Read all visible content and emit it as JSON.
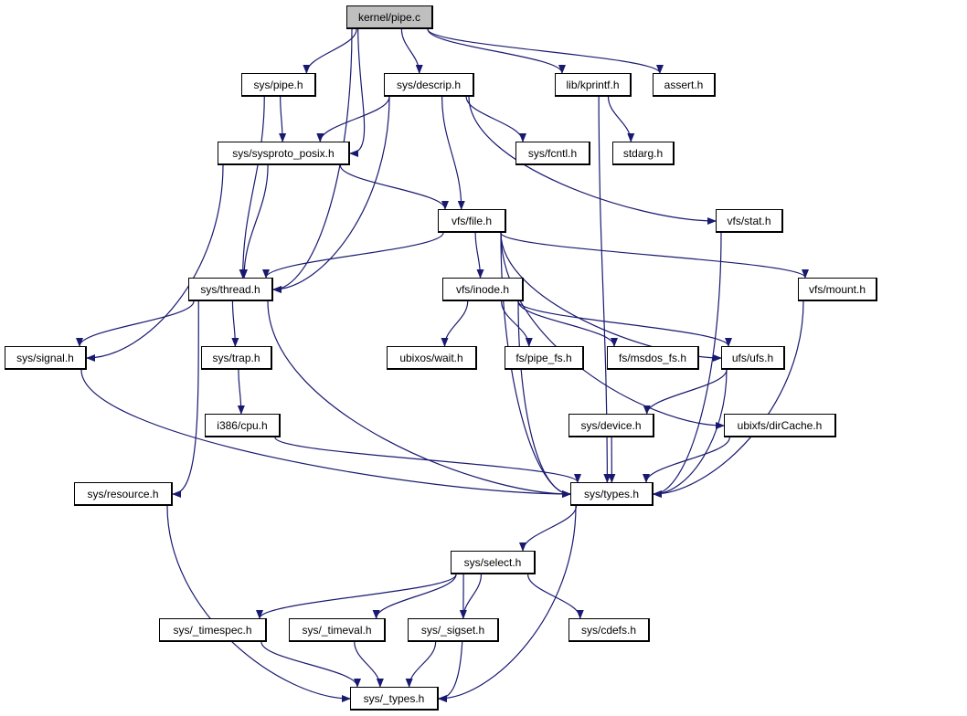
{
  "colors": {
    "edge": "#191970",
    "root_fill": "#bfbfbf",
    "node_fill": "#ffffff"
  },
  "root": "kernel/pipe.c",
  "nodes": [
    "kernel/pipe.c",
    "sys/pipe.h",
    "sys/descrip.h",
    "lib/kprintf.h",
    "assert.h",
    "sys/sysproto_posix.h",
    "sys/fcntl.h",
    "stdarg.h",
    "vfs/file.h",
    "vfs/stat.h",
    "sys/thread.h",
    "vfs/inode.h",
    "vfs/mount.h",
    "sys/signal.h",
    "sys/trap.h",
    "ubixos/wait.h",
    "fs/pipe_fs.h",
    "fs/msdos_fs.h",
    "ufs/ufs.h",
    "i386/cpu.h",
    "sys/device.h",
    "ubixfs/dirCache.h",
    "sys/resource.h",
    "sys/types.h",
    "sys/select.h",
    "sys/_timespec.h",
    "sys/_timeval.h",
    "sys/_sigset.h",
    "sys/cdefs.h",
    "sys/_types.h"
  ],
  "edges": [
    [
      "kernel/pipe.c",
      "sys/thread.h"
    ],
    [
      "kernel/pipe.c",
      "sys/pipe.h"
    ],
    [
      "kernel/pipe.c",
      "sys/sysproto_posix.h"
    ],
    [
      "kernel/pipe.c",
      "sys/descrip.h"
    ],
    [
      "kernel/pipe.c",
      "lib/kprintf.h"
    ],
    [
      "kernel/pipe.c",
      "assert.h"
    ],
    [
      "sys/pipe.h",
      "sys/sysproto_posix.h"
    ],
    [
      "sys/pipe.h",
      "sys/thread.h"
    ],
    [
      "sys/descrip.h",
      "sys/sysproto_posix.h"
    ],
    [
      "sys/descrip.h",
      "sys/thread.h"
    ],
    [
      "sys/descrip.h",
      "vfs/file.h"
    ],
    [
      "sys/descrip.h",
      "sys/fcntl.h"
    ],
    [
      "sys/descrip.h",
      "vfs/stat.h"
    ],
    [
      "lib/kprintf.h",
      "stdarg.h"
    ],
    [
      "lib/kprintf.h",
      "sys/types.h"
    ],
    [
      "sys/sysproto_posix.h",
      "sys/signal.h"
    ],
    [
      "sys/sysproto_posix.h",
      "sys/thread.h"
    ],
    [
      "sys/sysproto_posix.h",
      "vfs/file.h"
    ],
    [
      "vfs/file.h",
      "sys/thread.h"
    ],
    [
      "vfs/file.h",
      "vfs/inode.h"
    ],
    [
      "vfs/file.h",
      "ufs/ufs.h"
    ],
    [
      "vfs/file.h",
      "vfs/mount.h"
    ],
    [
      "vfs/file.h",
      "ubixfs/dirCache.h"
    ],
    [
      "vfs/file.h",
      "sys/types.h"
    ],
    [
      "vfs/stat.h",
      "sys/types.h"
    ],
    [
      "sys/thread.h",
      "sys/signal.h"
    ],
    [
      "sys/thread.h",
      "sys/resource.h"
    ],
    [
      "sys/thread.h",
      "sys/trap.h"
    ],
    [
      "sys/thread.h",
      "sys/types.h"
    ],
    [
      "vfs/inode.h",
      "ubixos/wait.h"
    ],
    [
      "vfs/inode.h",
      "fs/pipe_fs.h"
    ],
    [
      "vfs/inode.h",
      "fs/msdos_fs.h"
    ],
    [
      "vfs/inode.h",
      "ufs/ufs.h"
    ],
    [
      "vfs/inode.h",
      "sys/types.h"
    ],
    [
      "vfs/mount.h",
      "sys/types.h"
    ],
    [
      "sys/signal.h",
      "sys/types.h"
    ],
    [
      "sys/trap.h",
      "i386/cpu.h"
    ],
    [
      "ufs/ufs.h",
      "sys/device.h"
    ],
    [
      "ufs/ufs.h",
      "sys/types.h"
    ],
    [
      "i386/cpu.h",
      "sys/types.h"
    ],
    [
      "sys/device.h",
      "sys/types.h"
    ],
    [
      "ubixfs/dirCache.h",
      "sys/types.h"
    ],
    [
      "sys/resource.h",
      "sys/_types.h"
    ],
    [
      "sys/types.h",
      "sys/select.h"
    ],
    [
      "sys/types.h",
      "sys/_types.h"
    ],
    [
      "sys/select.h",
      "sys/_timespec.h"
    ],
    [
      "sys/select.h",
      "sys/_timeval.h"
    ],
    [
      "sys/select.h",
      "sys/_sigset.h"
    ],
    [
      "sys/select.h",
      "sys/cdefs.h"
    ],
    [
      "sys/select.h",
      "sys/_types.h"
    ],
    [
      "sys/_timespec.h",
      "sys/_types.h"
    ],
    [
      "sys/_timeval.h",
      "sys/_types.h"
    ],
    [
      "sys/_sigset.h",
      "sys/_types.h"
    ]
  ]
}
